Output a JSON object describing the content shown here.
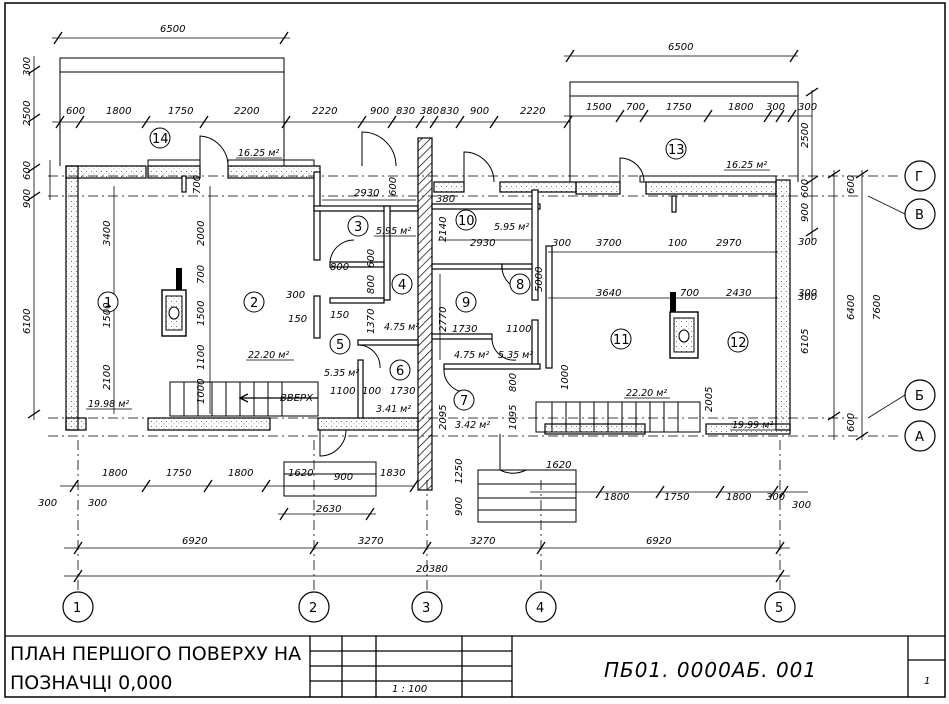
{
  "title_block": {
    "title_line1": "ПЛАН ПЕРШОГО ПОВЕРХУ НА",
    "title_line2": "ПОЗНАЧЦІ 0,000",
    "scale": "1 : 100",
    "doc_code": "ПБ01.   0000АБ.   001",
    "sheet": "1"
  },
  "axes_cols": [
    "1",
    "2",
    "3",
    "4",
    "5"
  ],
  "axes_rows": [
    "Г",
    "В",
    "Б",
    "А"
  ],
  "rooms": [
    "1",
    "2",
    "3",
    "4",
    "5",
    "6",
    "7",
    "8",
    "9",
    "10",
    "11",
    "12",
    "13",
    "14"
  ],
  "areas": {
    "a14": "16.25 м²",
    "a13": "16.25 м²",
    "a3": "5.95 м²",
    "a10": "5.95 м²",
    "a4": "4.75 м²",
    "a9": "4.75 м²",
    "a8": "5.35 м²",
    "a5": "5.35 м²",
    "a2": "22.20 м²",
    "a11": "22.20 м²",
    "a1": "19.98 м²",
    "a12": "19.99 м²",
    "a6": "3.41 м²",
    "a7": "3.42 м²"
  },
  "stair_label": "ВВЕРХ",
  "dims": {
    "d6500a": "6500",
    "d6500b": "6500",
    "t600": "600",
    "t1800": "1800",
    "t1750": "1750",
    "t2200": "2200",
    "t2220": "2220",
    "t900": "900",
    "t830": "830",
    "t380": "380",
    "t830b": "830",
    "t900b": "900",
    "t2220b": "2220",
    "r1500": "1500",
    "r700": "700",
    "r1750": "1750",
    "r1800": "1800",
    "r300": "300",
    "r300b": "300",
    "l300": "300",
    "l2500": "2500",
    "l600": "600",
    "l900": "900",
    "l6100": "6100",
    "rs2500": "2500",
    "rs600": "600",
    "rs900": "900",
    "rs6105": "6105",
    "rs300a": "300",
    "rs300b": "300",
    "rs600b": "600",
    "rs6400": "6400",
    "rs7600": "7600",
    "i700a": "700",
    "i3400": "3400",
    "i2000": "2000",
    "i700b": "700",
    "i1500a": "1500",
    "i1500b": "1500",
    "i1100": "1100",
    "i2100": "2100",
    "i1000": "1000",
    "i2930a": "2930",
    "i600": "600",
    "i800a": "800",
    "i600b": "600",
    "i800b": "800",
    "i300": "300",
    "i150a": "150",
    "i150b": "150",
    "i1370": "1370",
    "i1100b": "1100",
    "i100": "100",
    "i1730": "1730",
    "i2140": "2140",
    "i380": "380",
    "i2930b": "2930",
    "i2770": "2770",
    "i1730b": "1730",
    "i1100c": "1100",
    "i5000": "5000",
    "i800c": "800",
    "i1095": "1095",
    "i2095": "2095",
    "i300c": "300",
    "i3700": "3700",
    "i100b": "100",
    "i2970": "2970",
    "i3640": "3640",
    "i700c": "700",
    "i2430": "2430",
    "i300d": "300",
    "i1000b": "1000",
    "i2005": "2005",
    "i600c": "600",
    "i900c": "900",
    "b300": "300",
    "b300b": "300",
    "b1800": "1800",
    "b1750": "1750",
    "b1800b": "1800",
    "b1620": "1620",
    "b900": "900",
    "b1830": "1830",
    "b2630": "2630",
    "b1250": "1250",
    "b900v": "900",
    "b1620b": "1620",
    "b1800c": "1800",
    "b1750c": "1750",
    "b1800d": "1800",
    "b300c": "300",
    "b300d": "300",
    "o6920a": "6920",
    "o3270a": "3270",
    "o3270b": "3270",
    "o6920b": "6920",
    "o20380": "20380"
  }
}
